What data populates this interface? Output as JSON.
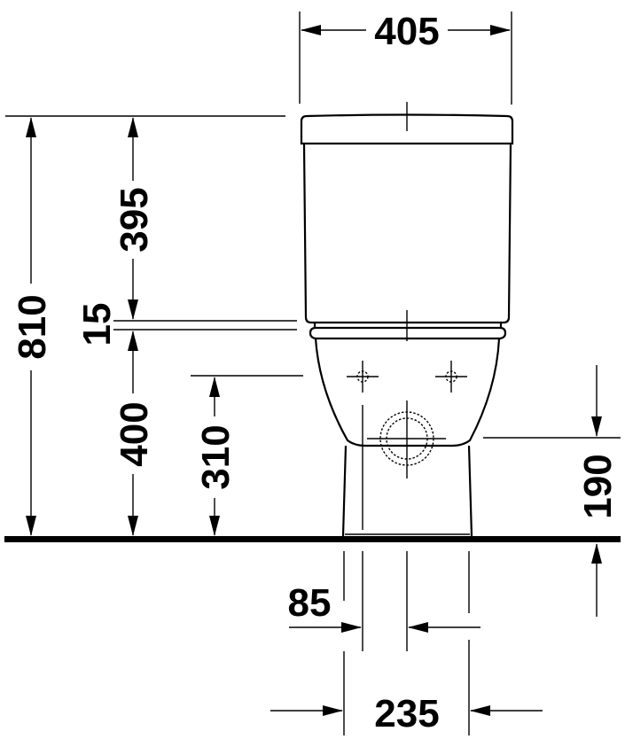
{
  "drawing": {
    "subject": "close-coupled toilet front elevation",
    "units": "mm",
    "colors": {
      "line": "#000000",
      "background": "#ffffff"
    }
  },
  "dimensions": {
    "overall_width": "405",
    "overall_height": "810",
    "cistern_height": "395",
    "gap": "15",
    "bowl_height": "400",
    "fixing_height": "310",
    "outlet_height": "190",
    "outlet_offset": "85",
    "foot_width": "235"
  }
}
